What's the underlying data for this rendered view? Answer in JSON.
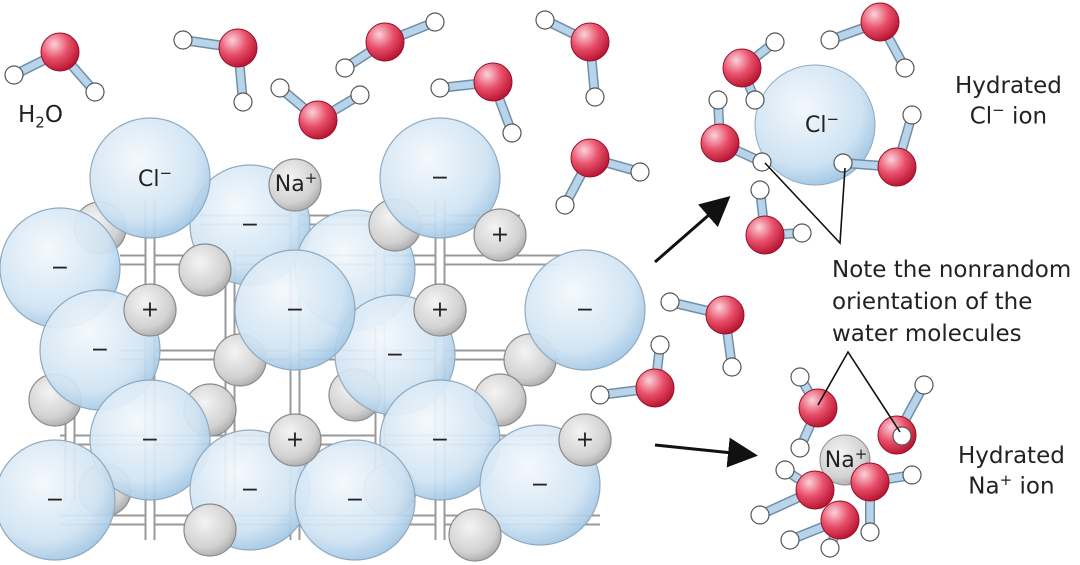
{
  "water_label": {
    "main": "H",
    "sub": "2",
    "end": "O"
  },
  "chloride": {
    "symbol": "Cl",
    "charge": "−"
  },
  "sodium": {
    "symbol": "Na",
    "charge": "+"
  },
  "minus": "−",
  "plus": "+",
  "hydrated_cl": {
    "line1": "Hydrated",
    "symbol": "Cl",
    "charge": "−",
    "word": " ion"
  },
  "hydrated_na": {
    "line1": "Hydrated",
    "symbol": "Na",
    "charge": "+",
    "word": " ion"
  },
  "note": {
    "line1": "Note the nonrandom",
    "line2": "orientation of the",
    "line3": "water molecules"
  },
  "colors": {
    "chloride": "#cfe3f3",
    "sodium": "#d6d6d6",
    "oxygen": "#e0304f",
    "hydrogen": "#ffffff",
    "bond": "#b8d4ea"
  }
}
